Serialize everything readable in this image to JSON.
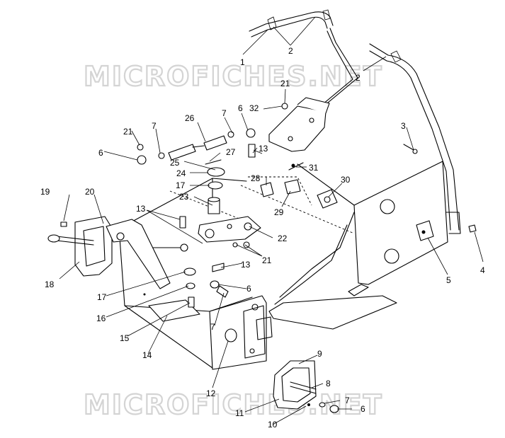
{
  "watermark": "MICROFICHES.NET",
  "callouts": [
    {
      "id": "c1",
      "label": "1"
    },
    {
      "id": "c2a",
      "label": "2"
    },
    {
      "id": "c2b",
      "label": "2"
    },
    {
      "id": "c3",
      "label": "3"
    },
    {
      "id": "c4",
      "label": "4"
    },
    {
      "id": "c5",
      "label": "5"
    },
    {
      "id": "c6a",
      "label": "6"
    },
    {
      "id": "c6b",
      "label": "6"
    },
    {
      "id": "c6c",
      "label": "6"
    },
    {
      "id": "c6d",
      "label": "6"
    },
    {
      "id": "c7a",
      "label": "7"
    },
    {
      "id": "c7b",
      "label": "7"
    },
    {
      "id": "c7c",
      "label": "7"
    },
    {
      "id": "c7d",
      "label": "7"
    },
    {
      "id": "c8",
      "label": "8"
    },
    {
      "id": "c9",
      "label": "9"
    },
    {
      "id": "c10",
      "label": "10"
    },
    {
      "id": "c11",
      "label": "11"
    },
    {
      "id": "c12",
      "label": "12"
    },
    {
      "id": "c13a",
      "label": "13"
    },
    {
      "id": "c13b",
      "label": "13"
    },
    {
      "id": "c13c",
      "label": "13"
    },
    {
      "id": "c14",
      "label": "14"
    },
    {
      "id": "c15",
      "label": "15"
    },
    {
      "id": "c16",
      "label": "16"
    },
    {
      "id": "c17a",
      "label": "17"
    },
    {
      "id": "c17b",
      "label": "17"
    },
    {
      "id": "c18",
      "label": "18"
    },
    {
      "id": "c19",
      "label": "19"
    },
    {
      "id": "c20",
      "label": "20"
    },
    {
      "id": "c21a",
      "label": "21"
    },
    {
      "id": "c21b",
      "label": "21"
    },
    {
      "id": "c21c",
      "label": "21"
    },
    {
      "id": "c22",
      "label": "22"
    },
    {
      "id": "c23",
      "label": "23"
    },
    {
      "id": "c24",
      "label": "24"
    },
    {
      "id": "c25",
      "label": "25"
    },
    {
      "id": "c26",
      "label": "26"
    },
    {
      "id": "c27",
      "label": "27"
    },
    {
      "id": "c28",
      "label": "28"
    },
    {
      "id": "c29",
      "label": "29"
    },
    {
      "id": "c30",
      "label": "30"
    },
    {
      "id": "c31",
      "label": "31"
    },
    {
      "id": "c32",
      "label": "32"
    }
  ]
}
